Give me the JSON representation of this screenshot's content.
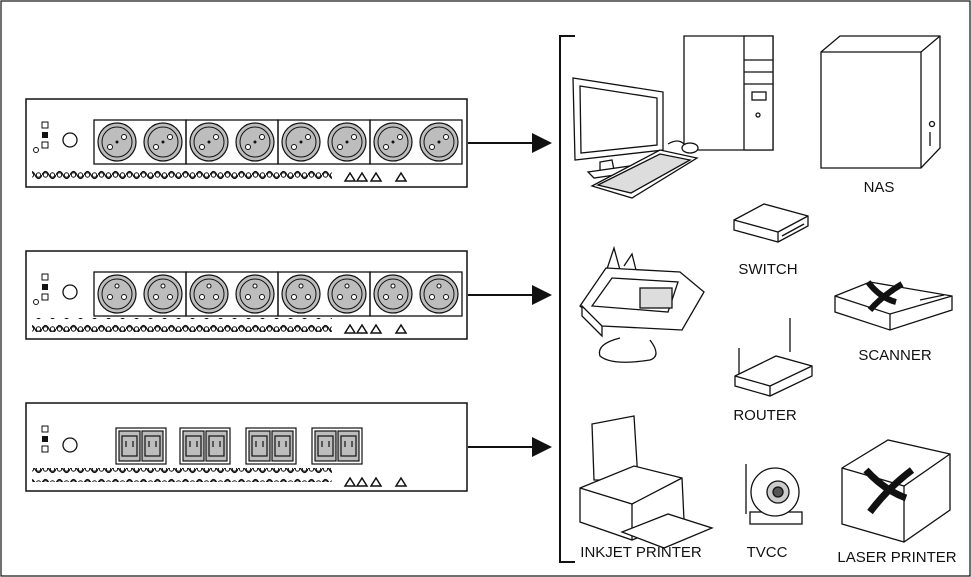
{
  "pdu_units": [
    {
      "outlet_type": "schuko",
      "outlet_count": 8,
      "status_icons": [
        "check-icon",
        "square-icon",
        "warning-icon"
      ]
    },
    {
      "outlet_type": "french-type-e",
      "outlet_count": 8,
      "status_icons": [
        "check-icon",
        "square-icon",
        "warning-icon"
      ]
    },
    {
      "outlet_type": "iec-c13",
      "outlet_count": 8,
      "status_icons": [
        "check-icon",
        "square-icon",
        "warning-icon"
      ]
    }
  ],
  "devices": {
    "desktop_pc": "",
    "nas": "NAS",
    "switch": "SWITCH",
    "fax": "",
    "scanner": "SCANNER",
    "router": "ROUTER",
    "inkjet_printer": "INKJET PRINTER",
    "tvcc": "TVCC",
    "laser_printer": "LASER PRINTER"
  },
  "colors": {
    "line": "#111111",
    "outlet_fill": "#bdbdbd",
    "background": "#ffffff"
  }
}
